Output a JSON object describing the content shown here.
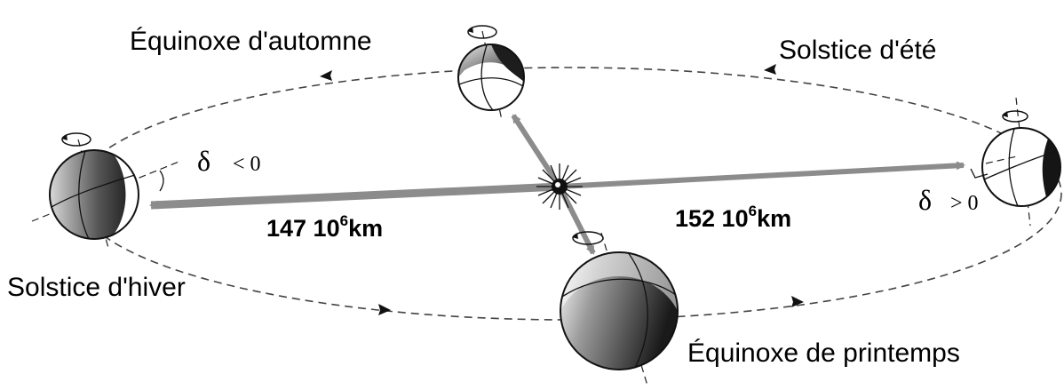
{
  "labels": {
    "autumn_equinox": "Équinoxe d'automne",
    "summer_solstice": "Solstice d'été",
    "winter_solstice": "Solstice d'hiver",
    "spring_equinox": "Équinoxe de printemps"
  },
  "distances": {
    "perihelion_base": "147 10",
    "perihelion_exp": "6",
    "perihelion_unit": "km",
    "aphelion_base": "152 10",
    "aphelion_exp": "6",
    "aphelion_unit": "km"
  },
  "declination": {
    "symbol": "δ",
    "winter_relation": "< 0",
    "summer_relation": "> 0"
  },
  "colors": {
    "orbit": "#444444",
    "distance_arrow": "#8c8c8c",
    "earth_dark": "#1a1a1a",
    "earth_light": "#ffffff"
  },
  "icons": {
    "sun": "sun-icon",
    "earth": "earth-icon",
    "rotation": "rotation-arrow-icon"
  }
}
